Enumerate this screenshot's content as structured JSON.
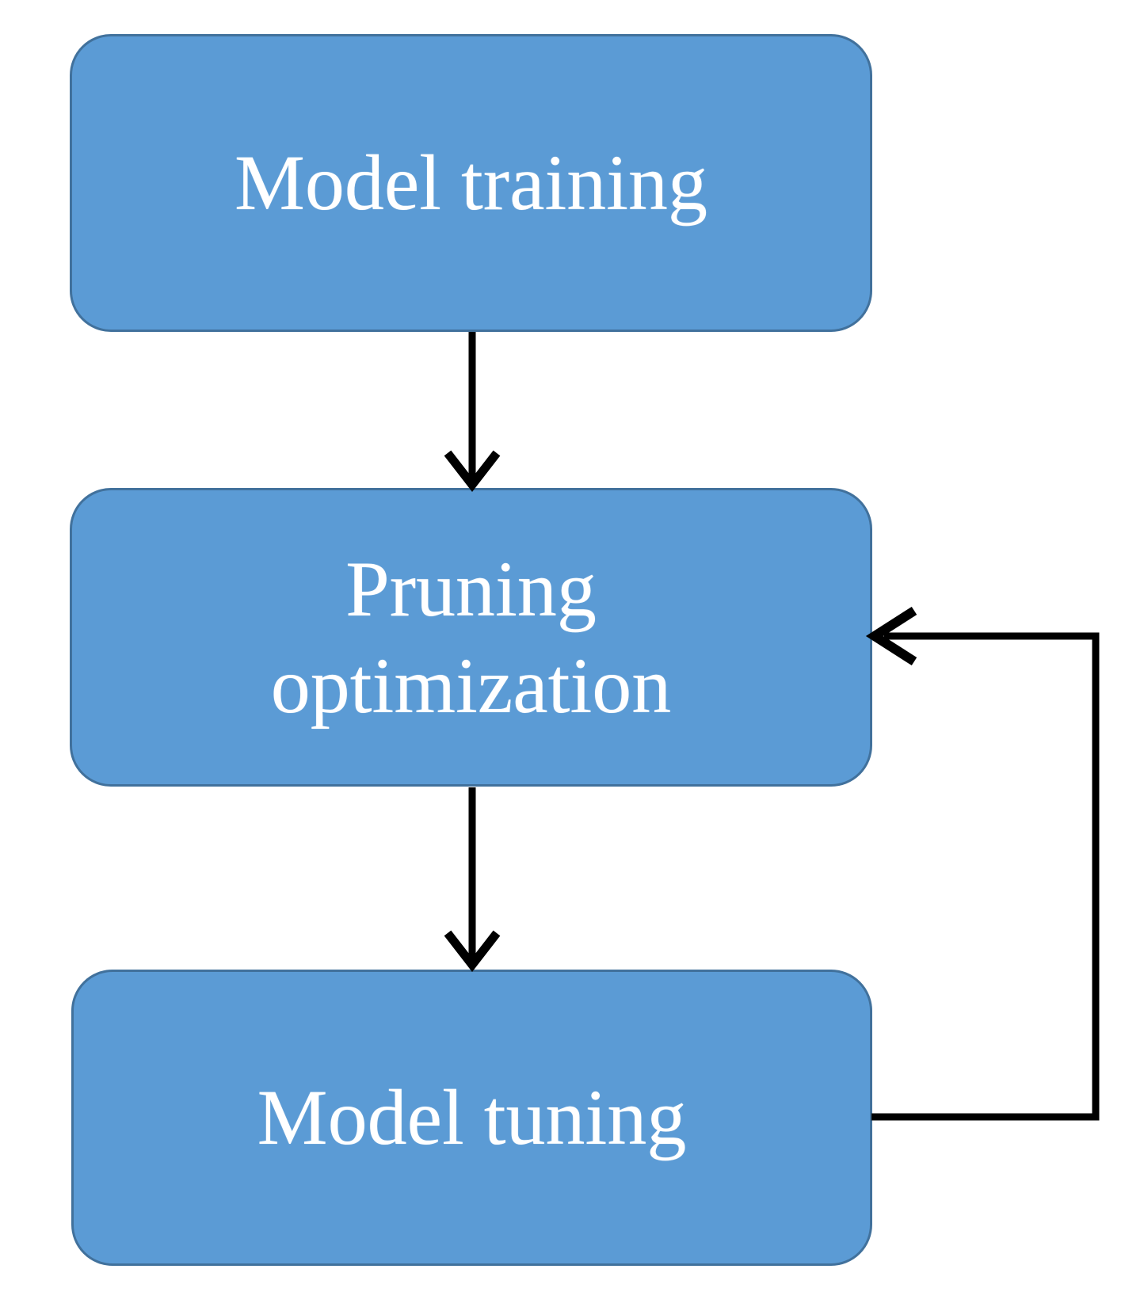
{
  "flowchart": {
    "description": "Three-step model pruning workflow with feedback loop",
    "colors": {
      "node_fill": "#5b9bd5",
      "node_border": "#41719c",
      "arrow": "#000000",
      "label_text": "#ffffff",
      "background": "#ffffff"
    },
    "nodes": [
      {
        "id": "model-training",
        "label": "Model training",
        "lines": [
          "Model training"
        ]
      },
      {
        "id": "pruning-optimization",
        "label": "Pruning optimization",
        "lines": [
          "Pruning",
          "optimization"
        ]
      },
      {
        "id": "model-tuning",
        "label": "Model tuning",
        "lines": [
          "Model tuning"
        ]
      }
    ],
    "edges": [
      {
        "id": "training-to-pruning",
        "from": "model-training",
        "to": "pruning-optimization",
        "style": "straight-down-arrow"
      },
      {
        "id": "pruning-to-tuning",
        "from": "pruning-optimization",
        "to": "model-tuning",
        "style": "straight-down-arrow"
      },
      {
        "id": "tuning-back-to-pruning",
        "from": "model-tuning",
        "to": "pruning-optimization",
        "style": "right-side-feedback-loop-arrow"
      }
    ]
  }
}
